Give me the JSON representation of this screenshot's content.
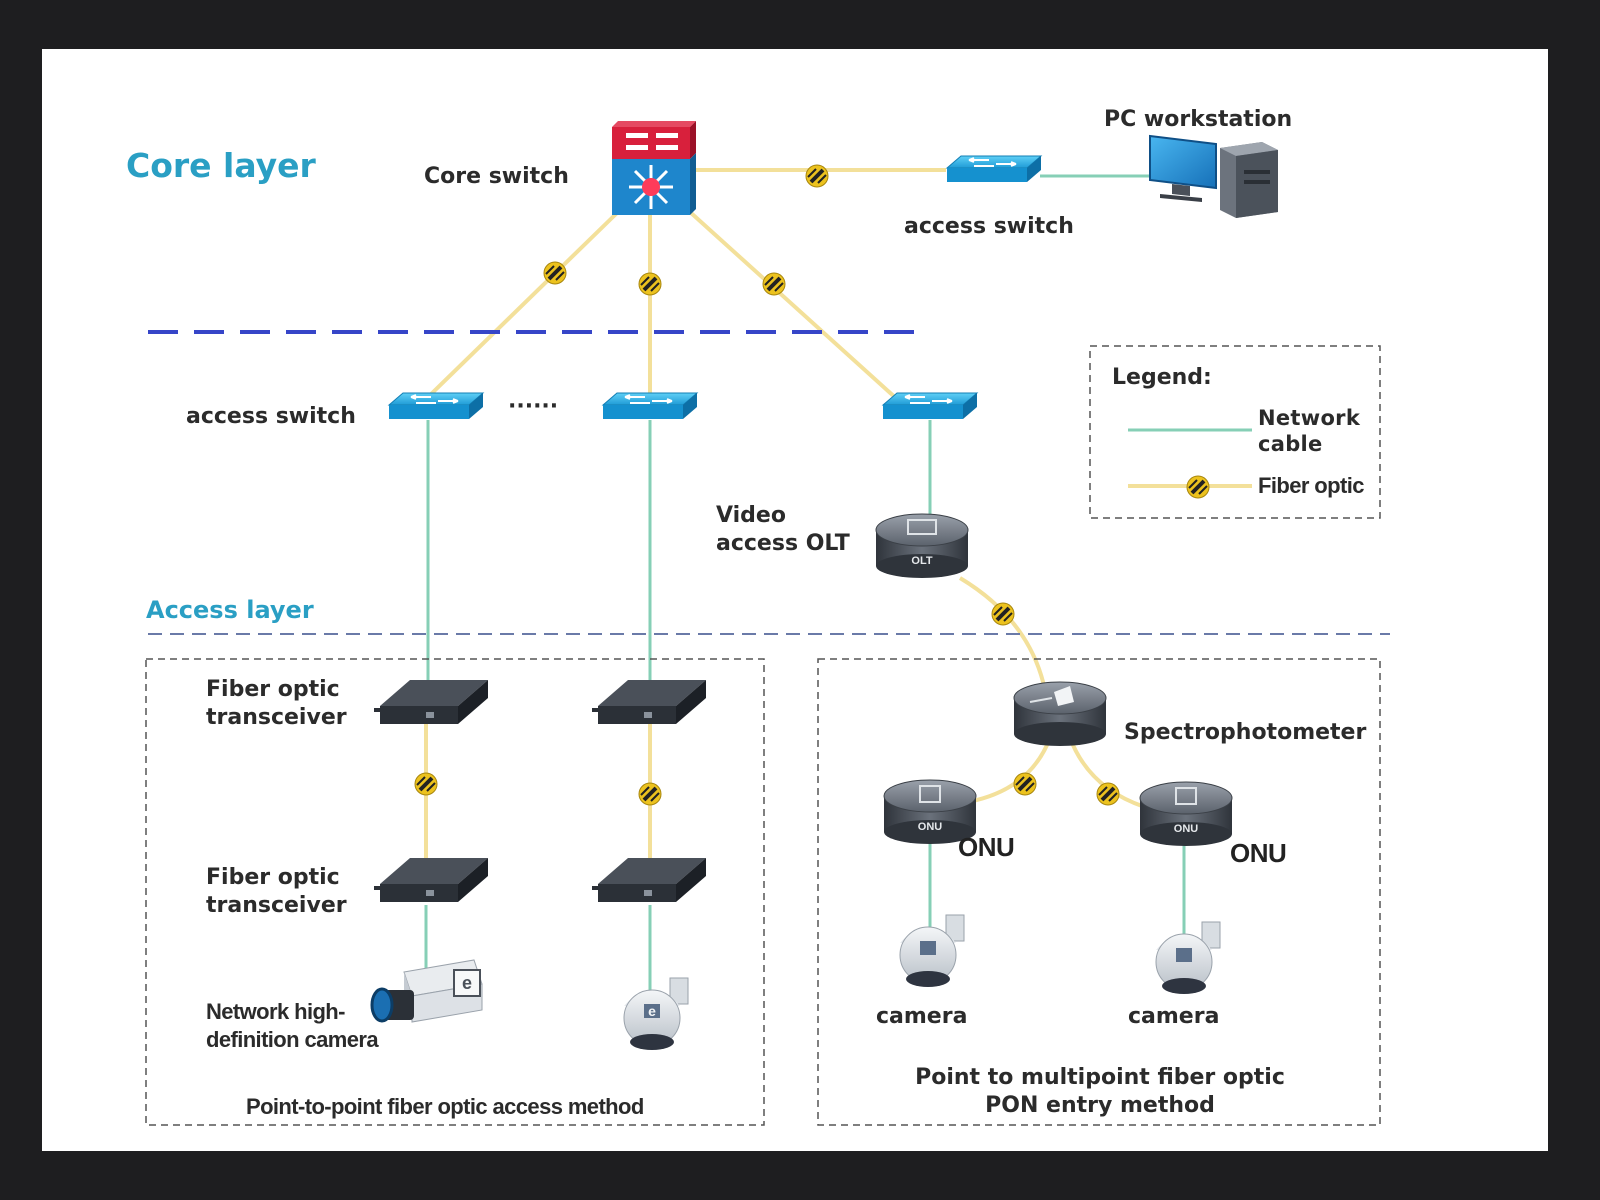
{
  "layers": {
    "core": "Core layer",
    "access": "Access layer"
  },
  "labels": {
    "core_switch": "Core switch",
    "pc_workstation": "PC workstation",
    "access_switch_top": "access switch",
    "access_switch_left": "access switch",
    "ellipsis": "······",
    "video_access_olt": "Video\naccess OLT",
    "fiber_transceiver_1": "Fiber optic\ntransceiver",
    "fiber_transceiver_2": "Fiber optic\ntransceiver",
    "network_hd_camera": "Network high-\ndefinition camera",
    "spectrophotometer": "Spectrophotometer",
    "onu_left": "ONU",
    "onu_right": "ONU",
    "camera_left": "camera",
    "camera_right": "camera",
    "device_olt": "OLT",
    "device_onu": "ONU"
  },
  "sections": {
    "point_to_point": "Point-to-point fiber optic access method",
    "pon": "Point to multipoint fiber optic\nPON entry method"
  },
  "legend": {
    "title": "Legend:",
    "network_cable": "Network\ncable",
    "fiber_optic": "Fiber optic"
  },
  "colors": {
    "fiber": "#f3e09a",
    "network_cable": "#86cfb6",
    "layer_divider": "#3645c8",
    "switch": "#1fa3dc",
    "core_top": "#d8203c",
    "core_bottom": "#1e86cc",
    "device_dark": "#3a3f47",
    "accent_label": "#2a9fc4"
  }
}
